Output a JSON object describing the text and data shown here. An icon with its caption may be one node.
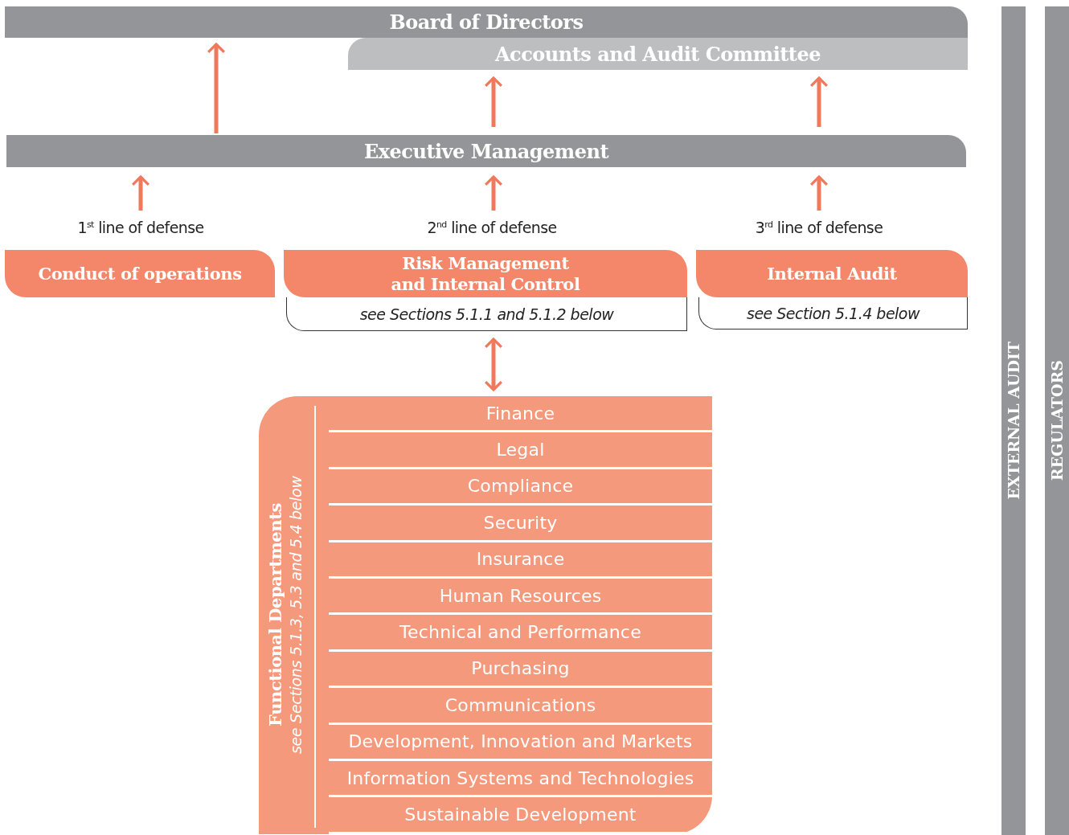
{
  "diagram": {
    "nodes": [
      {
        "text": [
          "Board of Directors"
        ]
      },
      {
        "text": [
          "Accounts and Audit Committee"
        ]
      },
      {
        "text": [
          "Executive Management"
        ]
      },
      {
        "text": [
          "Conduct of operations"
        ],
        "beside": [
          "1$^{st}$ line of defense"
        ]
      },
      {
        "text": [
          "Risk Management and Internal Control",
          "see Sections 5.1.1 and 5.1.2 below"
        ],
        "beside": [
          "2$^{nd}$ line of defense"
        ]
      },
      {
        "text": [
          "Internal Audit",
          "see Section 5.1.4 below"
        ],
        "beside": [
          "3$^{rd}$ line of defense"
        ]
      },
      {
        "text": [
          "Functional Departments",
          "see Sections 5.1.3, 5.3 and 5.4 below"
        ]
      },
      {
        "text": [
          "Finance"
        ],
        "in": 6
      },
      {
        "text": [
          "Legal"
        ],
        "in": 6
      },
      {
        "text": [
          "Compliance"
        ],
        "in": 6
      },
      {
        "text": [
          "Security"
        ],
        "in": 6
      },
      {
        "text": [
          "Insurance"
        ],
        "in": 6
      },
      {
        "text": [
          "Human Resources"
        ],
        "in": 6
      },
      {
        "text": [
          "Technical and Performance"
        ],
        "in": 6
      },
      {
        "text": [
          "Purchasing"
        ],
        "in": 6
      },
      {
        "text": [
          "Communications"
        ],
        "in": 6
      },
      {
        "text": [
          "Development, Innovation and Markets"
        ],
        "in": 6
      },
      {
        "text": [
          "Information Systems and Technologies"
        ],
        "in": 6
      },
      {
        "text": [
          "Sustainable Development"
        ],
        "in": 6
      },
      {
        "text": [
          "EXTERNAL AUDIT"
        ]
      },
      {
        "text": [
          "REGULATORS"
        ]
      }
    ],
    "edges": [
      {
        "from": 2,
        "to": 0,
        "arrow": "to"
      },
      {
        "from": 2,
        "to": 1,
        "arrow": "to"
      },
      {
        "from": 2,
        "to": 1,
        "arrow": "to"
      },
      {
        "from": 3,
        "to": 2,
        "arrow": "to"
      },
      {
        "from": 4,
        "to": 2,
        "arrow": "to"
      },
      {
        "from": 5,
        "to": 2,
        "arrow": "to"
      },
      {
        "from": 4,
        "to": 6,
        "arrow": "both"
      }
    ]
  }
}
